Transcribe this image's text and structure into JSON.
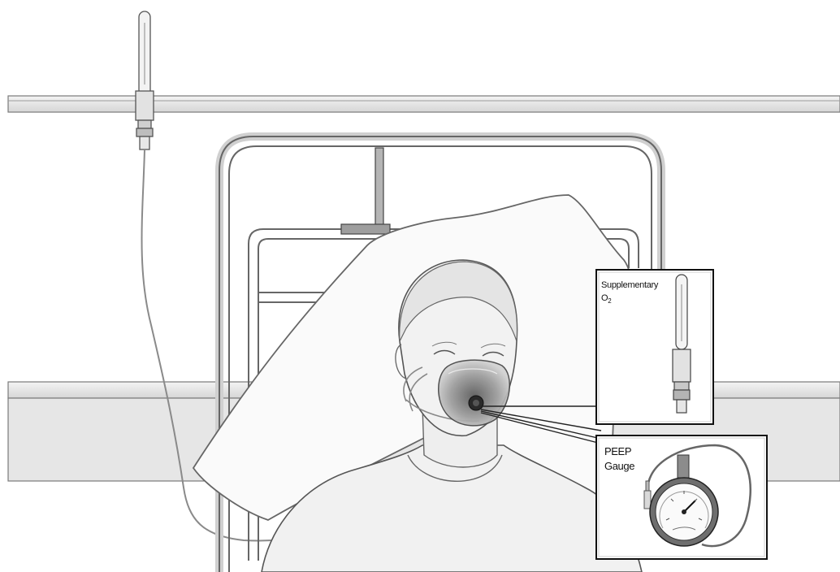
{
  "callouts": {
    "supplementary_o2": {
      "line1": "Supplementary",
      "line2": "O",
      "subscript": "2"
    },
    "peep_gauge": {
      "line1": "PEEP",
      "line2": "Gauge"
    }
  },
  "colors": {
    "line": "#555555",
    "light_fill": "#e9e9e9",
    "mask_fill": "#9a9a9a",
    "dark": "#333333"
  }
}
